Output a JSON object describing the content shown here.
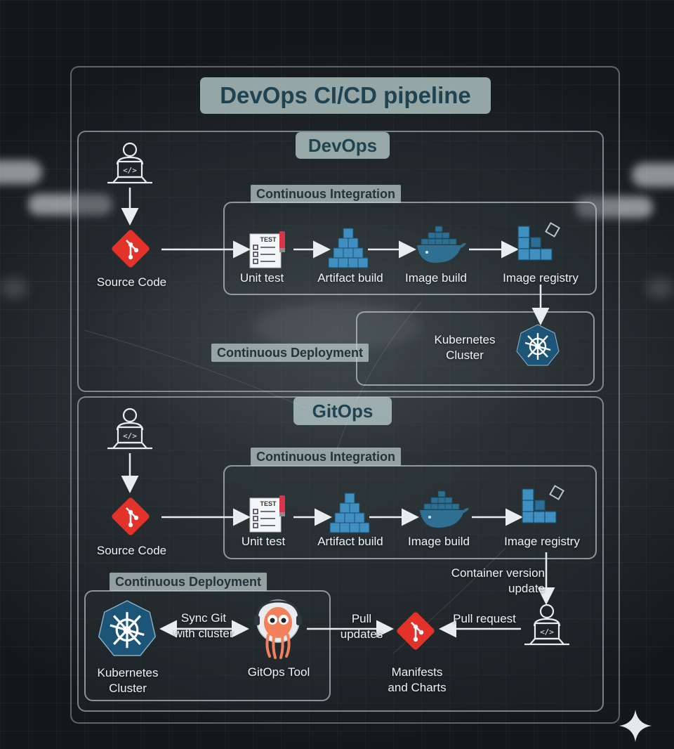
{
  "title": "DevOps CI/CD pipeline",
  "devops": {
    "heading": "DevOps",
    "ci_label": "Continuous Integration",
    "cd_label": "Continuous Deployment",
    "source_code": "Source Code",
    "steps": [
      "Unit test",
      "Artifact build",
      "Image build",
      "Image registry"
    ],
    "test_badge": "TEST",
    "k8s_line1": "Kubernetes",
    "k8s_line2": "Cluster"
  },
  "gitops": {
    "heading": "GitOps",
    "ci_label": "Continuous Integration",
    "cd_label": "Continuous Deployment",
    "source_code": "Source Code",
    "steps": [
      "Unit test",
      "Artifact build",
      "Image build",
      "Image registry"
    ],
    "test_badge": "TEST",
    "container_update_line1": "Container version",
    "container_update_line2": "update",
    "pull_request": "Pull request",
    "pull_updates_line1": "Pull",
    "pull_updates_line2": "updates",
    "manifests_line1": "Manifests",
    "manifests_line2": "and Charts",
    "sync_line1": "Sync Git",
    "sync_line2": "with cluster",
    "gitops_tool": "GitOps Tool",
    "k8s_line1": "Kubernetes",
    "k8s_line2": "Cluster"
  },
  "colors": {
    "git_red": "#e2322a",
    "docker_blue": "#2f6f92",
    "k8s_blue": "#1c5577",
    "cube_blue": "#3f8fc1",
    "argo_orange": "#f2805a",
    "line": "#e6eef0"
  },
  "icons": {
    "developer": "developer-laptop-icon",
    "git": "git-diamond-icon",
    "test": "test-checklist-icon",
    "artifact": "cube-stack-icon",
    "docker": "docker-whale-icon",
    "registry": "registry-blocks-icon",
    "kubernetes": "kubernetes-helm-icon",
    "argo": "argo-octopus-icon",
    "sparkle": "sparkle-icon"
  }
}
